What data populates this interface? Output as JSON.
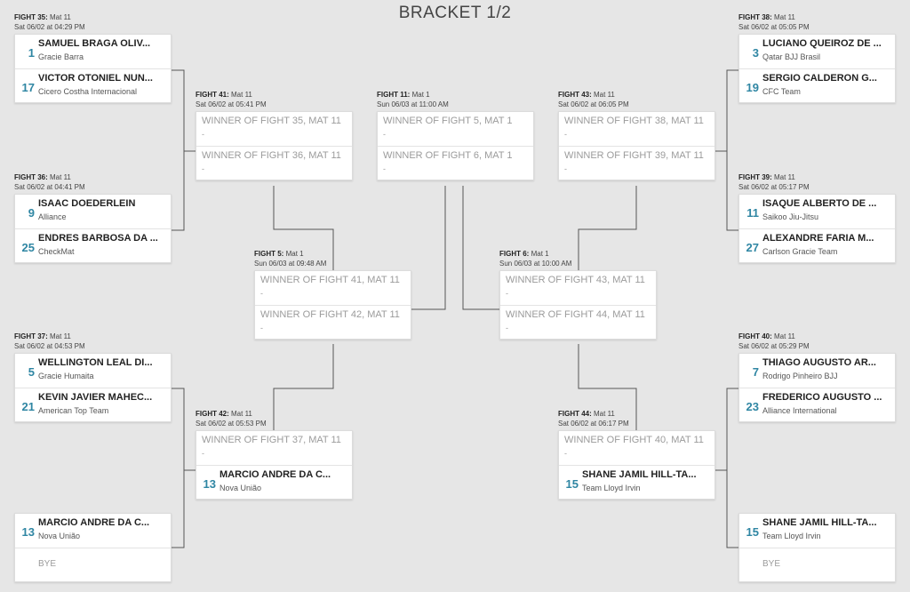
{
  "title": "BRACKET 1/2",
  "fights": {
    "f35": {
      "label": "FIGHT 35:",
      "mat": "Mat 11",
      "time": "Sat 06/02 at 04:29 PM",
      "rows": [
        {
          "seed": "1",
          "name": "SAMUEL BRAGA OLIV...",
          "team": "Gracie Barra"
        },
        {
          "seed": "17",
          "name": "VICTOR OTONIEL NUN...",
          "team": "Cicero Costha Internacional"
        }
      ]
    },
    "f36": {
      "label": "FIGHT 36:",
      "mat": "Mat 11",
      "time": "Sat 06/02 at 04:41 PM",
      "rows": [
        {
          "seed": "9",
          "name": "ISAAC DOEDERLEIN",
          "team": "Alliance"
        },
        {
          "seed": "25",
          "name": "ENDRES BARBOSA DA ...",
          "team": "CheckMat"
        }
      ]
    },
    "f37": {
      "label": "FIGHT 37:",
      "mat": "Mat 11",
      "time": "Sat 06/02 at 04:53 PM",
      "rows": [
        {
          "seed": "5",
          "name": "WELLINGTON LEAL DI...",
          "team": "Gracie Humaita"
        },
        {
          "seed": "21",
          "name": "KEVIN JAVIER MAHEC...",
          "team": "American Top Team"
        }
      ]
    },
    "bye_left": {
      "rows": [
        {
          "seed": "13",
          "name": "MARCIO ANDRE DA C...",
          "team": "Nova União"
        },
        {
          "bye": "BYE"
        }
      ]
    },
    "f41": {
      "label": "FIGHT 41:",
      "mat": "Mat 11",
      "time": "Sat 06/02 at 05:41 PM",
      "rows": [
        {
          "ph": "WINNER OF FIGHT 35, MAT 11",
          "dash": "-"
        },
        {
          "ph": "WINNER OF FIGHT 36, MAT 11",
          "dash": "-"
        }
      ]
    },
    "f42": {
      "label": "FIGHT 42:",
      "mat": "Mat 11",
      "time": "Sat 06/02 at 05:53 PM",
      "rows": [
        {
          "ph": "WINNER OF FIGHT 37, MAT 11",
          "dash": "-"
        },
        {
          "seed": "13",
          "name": "MARCIO ANDRE DA C...",
          "team": "Nova União"
        }
      ]
    },
    "f5": {
      "label": "FIGHT 5:",
      "mat": "Mat 1",
      "time": "Sun 06/03 at 09:48 AM",
      "rows": [
        {
          "ph": "WINNER OF FIGHT 41, MAT 11",
          "dash": "-"
        },
        {
          "ph": "WINNER OF FIGHT 42, MAT 11",
          "dash": "-"
        }
      ]
    },
    "f11": {
      "label": "FIGHT 11:",
      "mat": "Mat 1",
      "time": "Sun 06/03 at 11:00 AM",
      "rows": [
        {
          "ph": "WINNER OF FIGHT 5, MAT 1",
          "dash": "-"
        },
        {
          "ph": "WINNER OF FIGHT 6, MAT 1",
          "dash": "-"
        }
      ]
    },
    "f6": {
      "label": "FIGHT 6:",
      "mat": "Mat 1",
      "time": "Sun 06/03 at 10:00 AM",
      "rows": [
        {
          "ph": "WINNER OF FIGHT 43, MAT 11",
          "dash": "-"
        },
        {
          "ph": "WINNER OF FIGHT 44, MAT 11",
          "dash": "-"
        }
      ]
    },
    "f43": {
      "label": "FIGHT 43:",
      "mat": "Mat 11",
      "time": "Sat 06/02 at 06:05 PM",
      "rows": [
        {
          "ph": "WINNER OF FIGHT 38, MAT 11",
          "dash": "-"
        },
        {
          "ph": "WINNER OF FIGHT 39, MAT 11",
          "dash": "-"
        }
      ]
    },
    "f44": {
      "label": "FIGHT 44:",
      "mat": "Mat 11",
      "time": "Sat 06/02 at 06:17 PM",
      "rows": [
        {
          "ph": "WINNER OF FIGHT 40, MAT 11",
          "dash": "-"
        },
        {
          "seed": "15",
          "name": "SHANE JAMIL HILL-TA...",
          "team": "Team Lloyd Irvin"
        }
      ]
    },
    "f38": {
      "label": "FIGHT 38:",
      "mat": "Mat 11",
      "time": "Sat 06/02 at 05:05 PM",
      "rows": [
        {
          "seed": "3",
          "name": "LUCIANO QUEIROZ DE ...",
          "team": "Qatar BJJ Brasil"
        },
        {
          "seed": "19",
          "name": "SERGIO CALDERON G...",
          "team": "CFC Team"
        }
      ]
    },
    "f39": {
      "label": "FIGHT 39:",
      "mat": "Mat 11",
      "time": "Sat 06/02 at 05:17 PM",
      "rows": [
        {
          "seed": "11",
          "name": "ISAQUE ALBERTO DE ...",
          "team": "Saikoo Jiu-Jitsu"
        },
        {
          "seed": "27",
          "name": "ALEXANDRE FARIA M...",
          "team": "Carlson Gracie Team"
        }
      ]
    },
    "f40": {
      "label": "FIGHT 40:",
      "mat": "Mat 11",
      "time": "Sat 06/02 at 05:29 PM",
      "rows": [
        {
          "seed": "7",
          "name": "THIAGO AUGUSTO AR...",
          "team": "Rodrigo Pinheiro BJJ"
        },
        {
          "seed": "23",
          "name": "FREDERICO AUGUSTO ...",
          "team": "Alliance International"
        }
      ]
    },
    "bye_right": {
      "rows": [
        {
          "seed": "15",
          "name": "SHANE JAMIL HILL-TA...",
          "team": "Team Lloyd Irvin"
        },
        {
          "bye": "BYE"
        }
      ]
    }
  }
}
